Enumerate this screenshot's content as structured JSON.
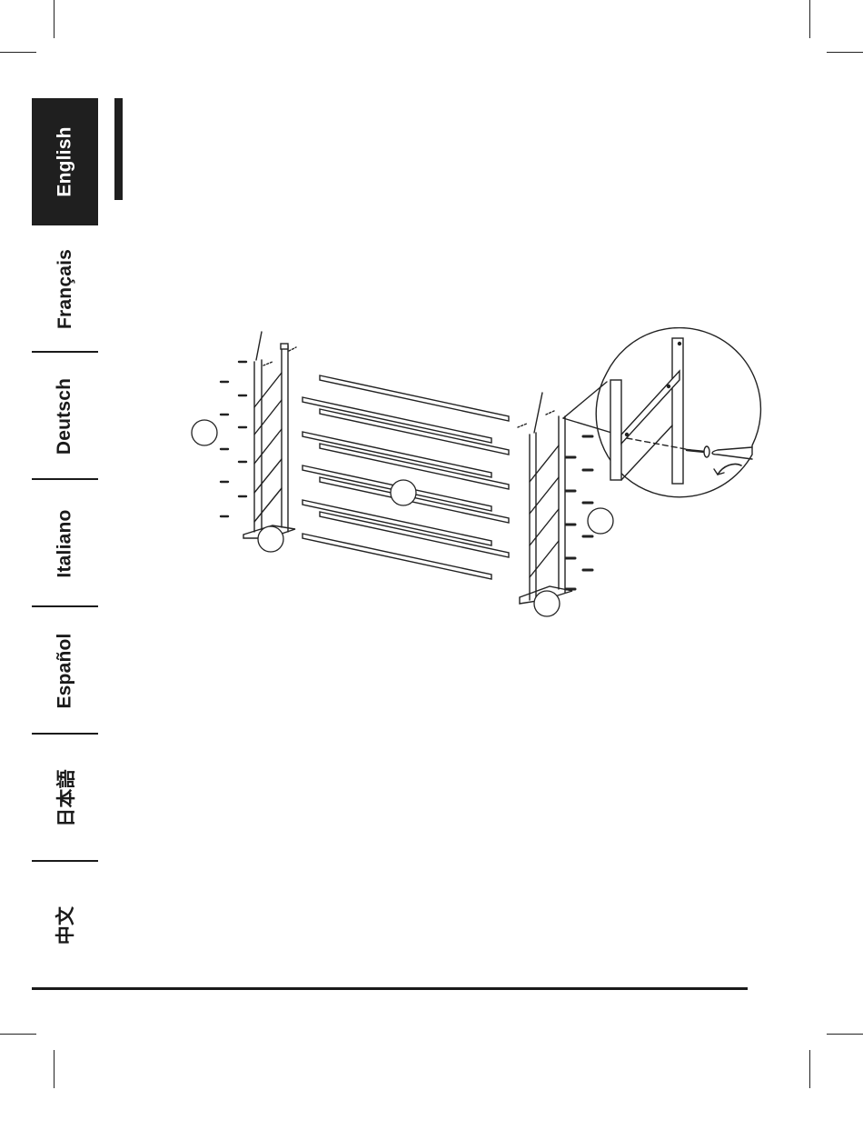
{
  "language_tabs": [
    {
      "label": "English",
      "active": true
    },
    {
      "label": "Français",
      "active": false
    },
    {
      "label": "Deutsch",
      "active": false
    },
    {
      "label": "Italiano",
      "active": false
    },
    {
      "label": "Español",
      "active": false
    },
    {
      "label": "日本語",
      "active": false
    },
    {
      "label": "中文",
      "active": false
    }
  ],
  "illustration": {
    "description_icon": "assembly-diagram-icon",
    "parts": [
      "side-frame-left",
      "side-frame-right",
      "rods",
      "screws",
      "screwdriver-detail"
    ]
  }
}
